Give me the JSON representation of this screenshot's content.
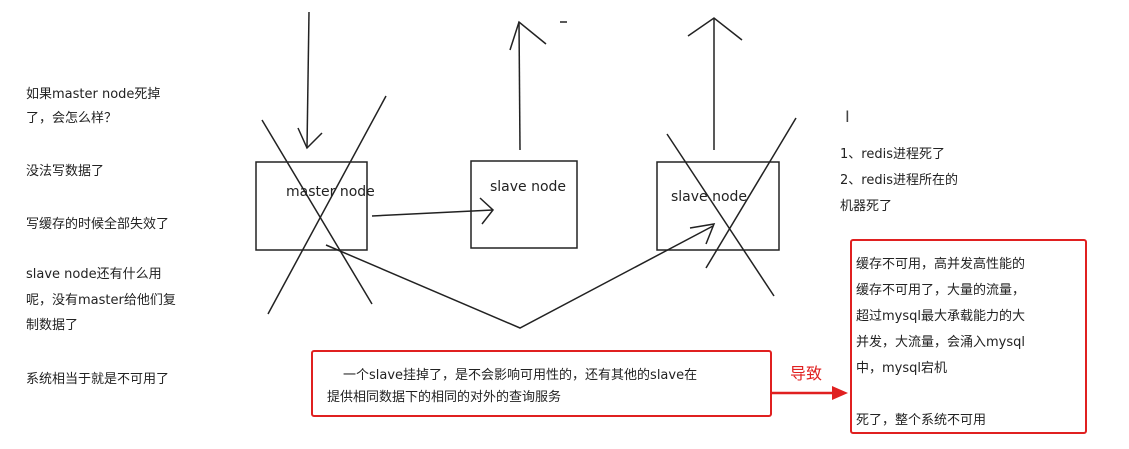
{
  "left_notes": {
    "q1_line1": "如果master node死掉",
    "q1_line2": "了，会怎么样？",
    "a1": "没法写数据了",
    "a2": "写缓存的时候全部失效了",
    "q2_line1": "slave node还有什么用",
    "q2_line2": "呢，没有master给他们复",
    "q2_line3": "制数据了",
    "a3": "系统相当于就是不可用了"
  },
  "nodes": {
    "master": "master node",
    "slave1": "slave node",
    "slave2": "slave node"
  },
  "right_notes": {
    "cursor_glyph": "I",
    "line1": "1、redis进程死了",
    "line2": "2、redis进程所在的",
    "line3": "机器死了"
  },
  "bottom_box": {
    "line1": "一个slave挂掉了，是不会影响可用性的，还有其他的slave在",
    "line2": "提供相同数据下的相同的对外的查询服务"
  },
  "cause_label": "导致",
  "right_box": {
    "line1": "缓存不可用，高并发高性能的",
    "line2": "缓存不可用了，大量的流量，",
    "line3": "超过mysql最大承载能力的大",
    "line4": "并发，大流量，会涌入mysql",
    "line5": "中，mysql宕机",
    "line6": "死了，整个系统不可用"
  },
  "colors": {
    "accent_red": "#e02020",
    "ink": "#222222"
  }
}
